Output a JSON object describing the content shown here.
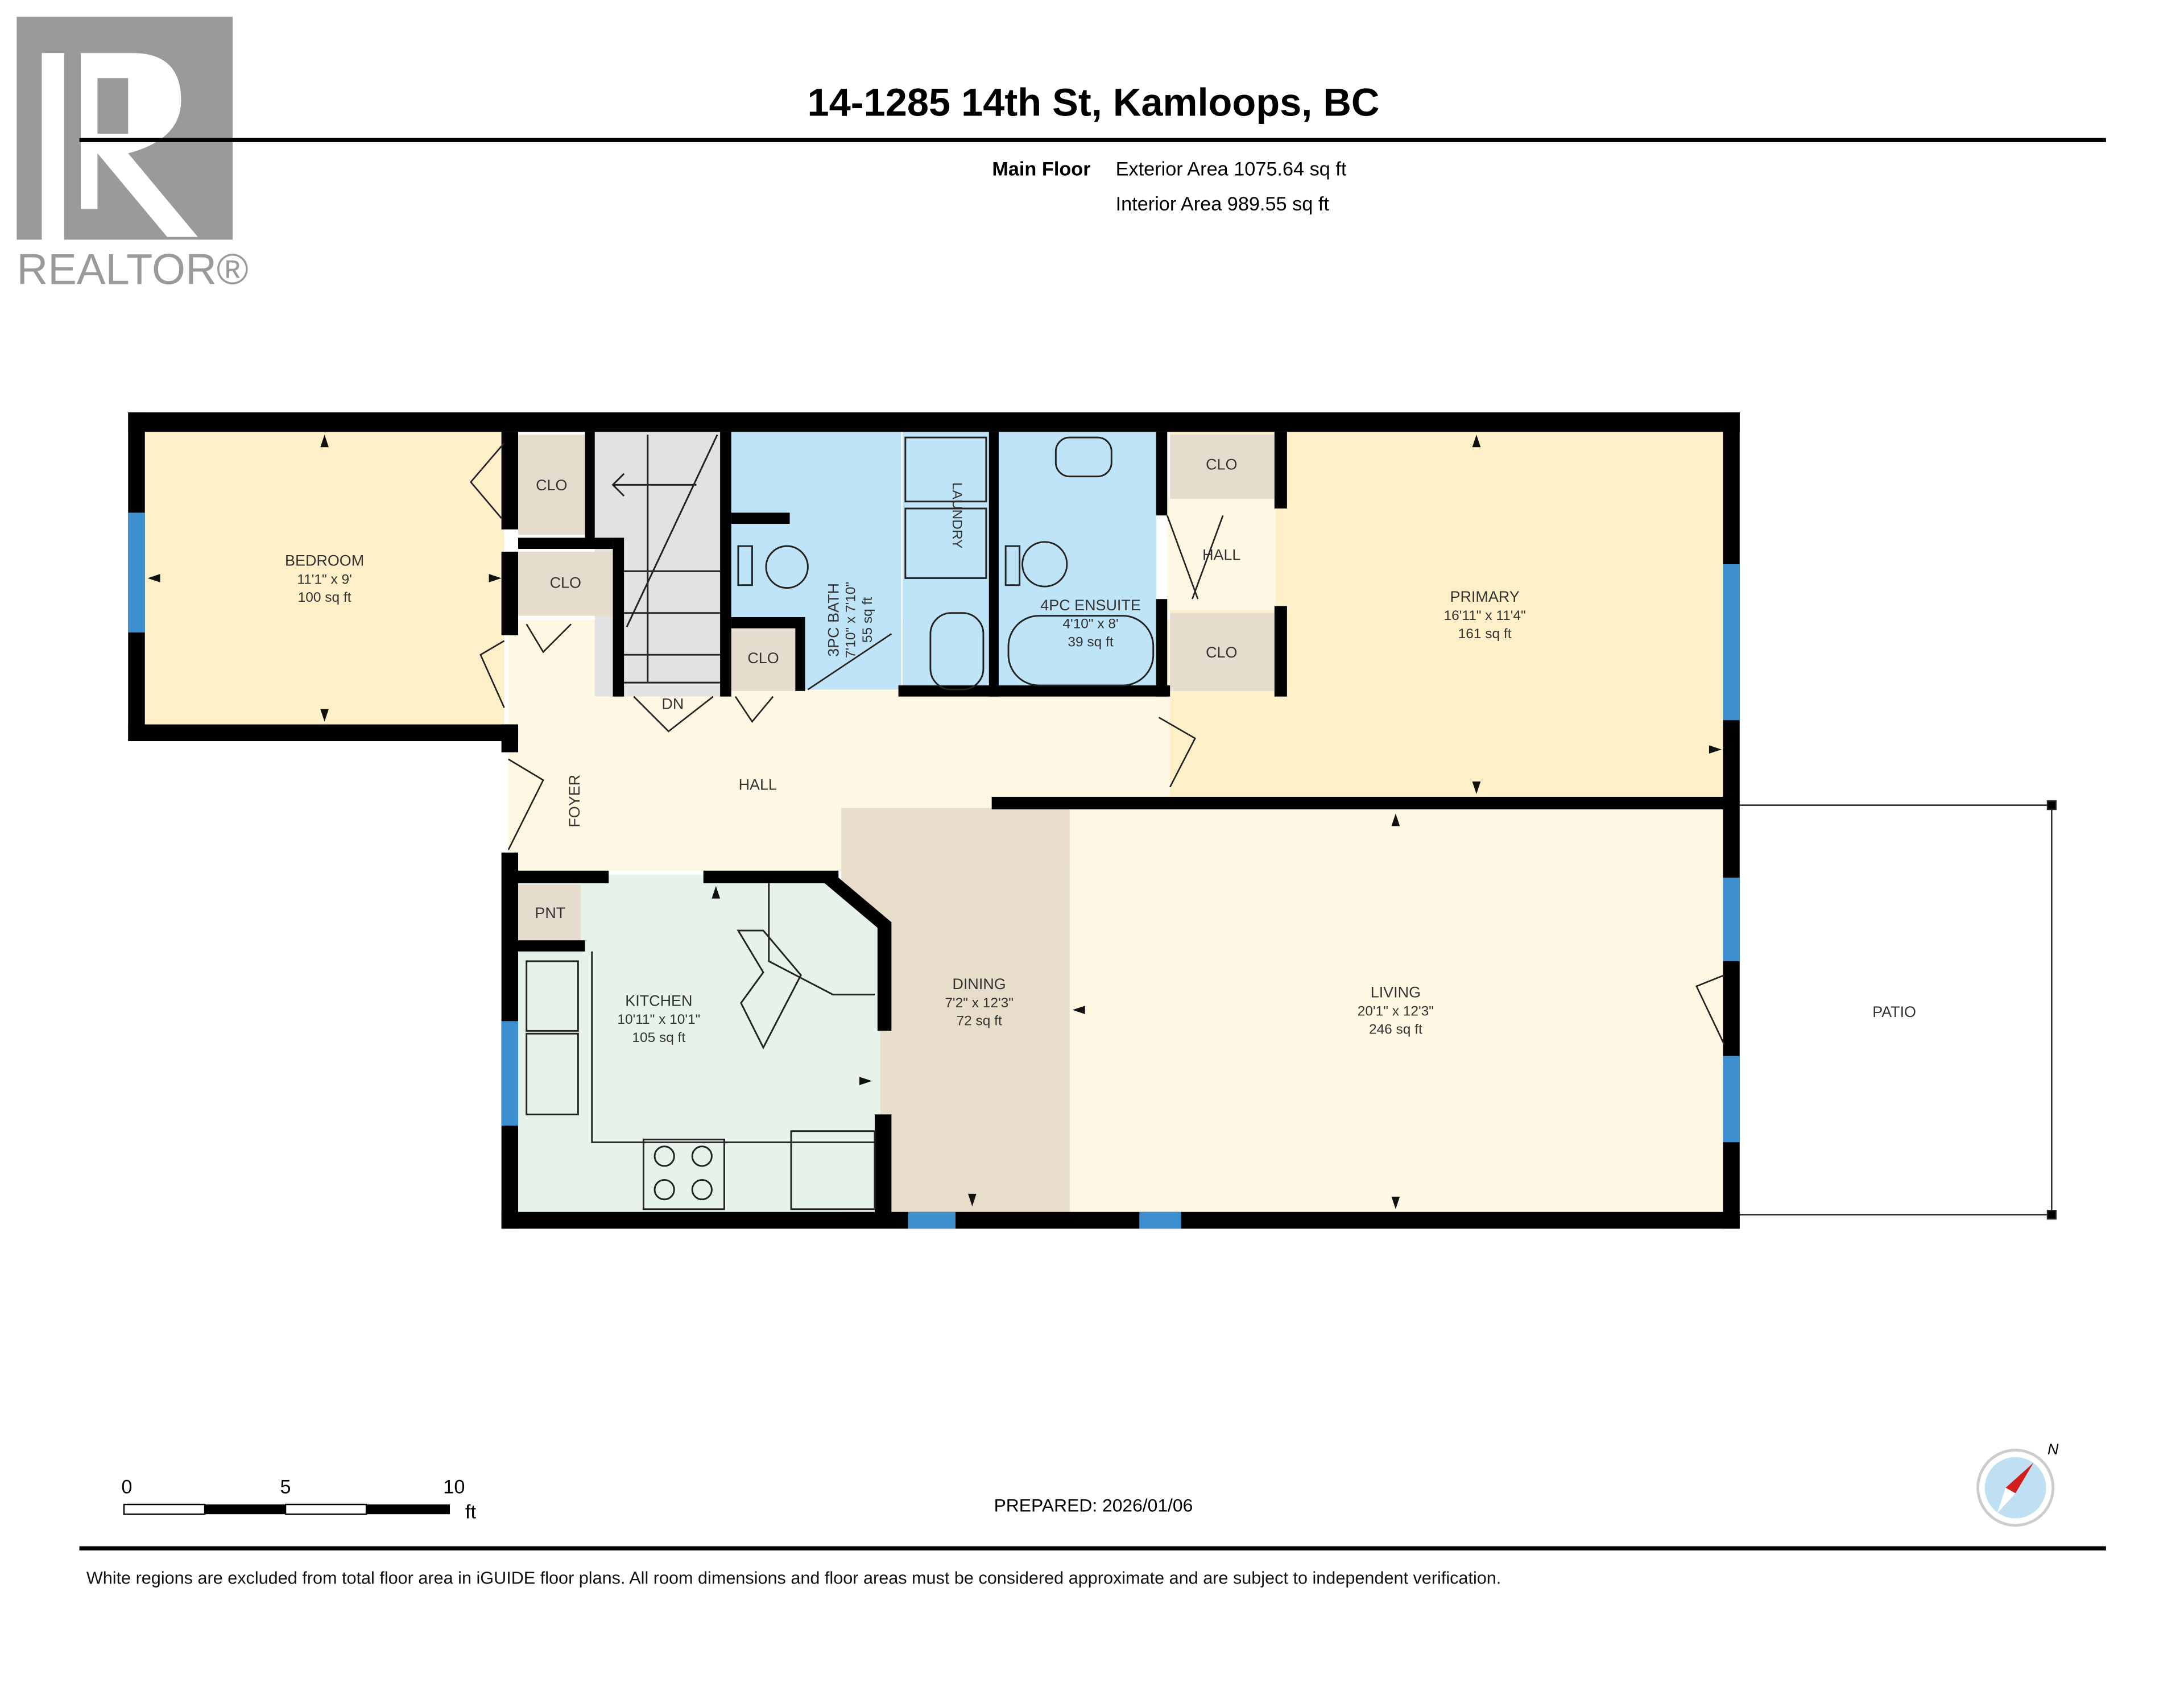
{
  "header": {
    "logo_text": "REALTOR®",
    "title": "14-1285 14th St, Kamloops, BC",
    "floor_name": "Main Floor",
    "exterior_area": "Exterior Area 1075.64 sq ft",
    "interior_area": "Interior Area 989.55 sq ft"
  },
  "rooms": {
    "bedroom": {
      "name": "BEDROOM",
      "dims": "11'1\" x 9'",
      "area": "100 sq ft"
    },
    "bath3": {
      "name": "3PC BATH",
      "dims": "7'10\" x 7'10\"",
      "area": "55 sq ft"
    },
    "laundry": {
      "name": "LAUNDRY"
    },
    "ensuite": {
      "name": "4PC ENSUITE",
      "dims": "4'10\" x 8'",
      "area": "39 sq ft"
    },
    "primary": {
      "name": "PRIMARY",
      "dims": "16'11\" x 11'4\"",
      "area": "161 sq ft"
    },
    "hall_small": {
      "name": "HALL"
    },
    "hall": {
      "name": "HALL"
    },
    "foyer": {
      "name": "FOYER"
    },
    "stairs": {
      "name": "DN"
    },
    "clo": "CLO",
    "pantry": {
      "name": "PNT"
    },
    "kitchen": {
      "name": "KITCHEN",
      "dims": "10'11\" x 10'1\"",
      "area": "105 sq ft"
    },
    "dining": {
      "name": "DINING",
      "dims": "7'2\" x 12'3\"",
      "area": "72 sq ft"
    },
    "living": {
      "name": "LIVING",
      "dims": "20'1\" x 12'3\"",
      "area": "246 sq ft"
    },
    "patio": {
      "name": "PATIO"
    }
  },
  "colors": {
    "bedroom": "#fdf0c8",
    "bath": "#bfe3f7",
    "closet": "#e6dccd",
    "hall": "#fdf7e3",
    "kitchen": "#e6f2ea",
    "dining": "#e8dccb",
    "window": "#3d8fcf"
  },
  "footer": {
    "scale": {
      "labels": [
        "0",
        "5",
        "10"
      ],
      "unit": "ft"
    },
    "prepared": "PREPARED: 2026/01/06",
    "compass_label": "N",
    "disclaimer": "White regions are excluded from total floor area in iGUIDE floor plans. All room dimensions and floor areas must be considered approximate and are subject to independent verification."
  }
}
